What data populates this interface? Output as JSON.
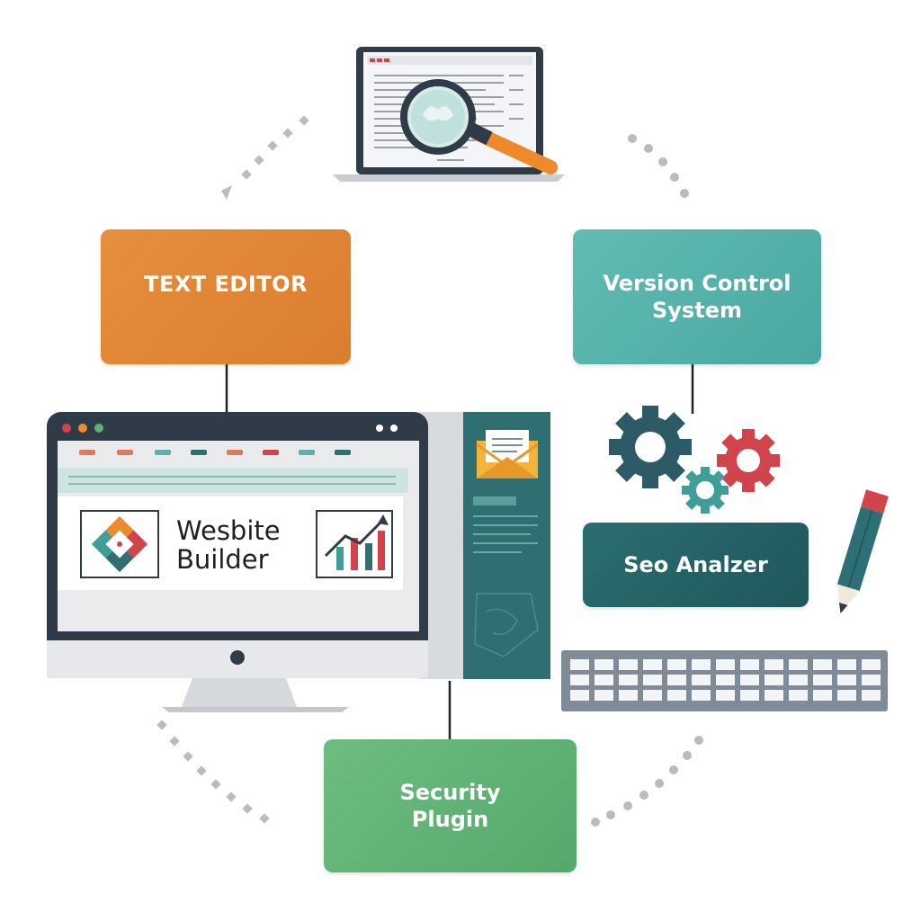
{
  "nodes": {
    "text_editor": {
      "label": "TEXT EDITOR",
      "icon": "sunrise-icon",
      "color": "#e08534"
    },
    "version_control": {
      "label": "Version Control System",
      "line1": "Version Control",
      "line2": "System",
      "color": "#55b2aa"
    },
    "seo_analyzer": {
      "label": "Seo Analzer",
      "color": "#256268",
      "icon": "gears-icon"
    },
    "security_plugin": {
      "label": "Security Plugin",
      "line1": "Security",
      "line2": "Plugin",
      "color": "#5fb274"
    }
  },
  "center": {
    "title_line1": "Wesbite",
    "title_line2": "Builder",
    "icons": [
      "monitor-icon",
      "logo-diamond-icon",
      "growth-chart-icon",
      "envelope-icon",
      "keyboard-icon",
      "pencil-icon"
    ]
  },
  "top": {
    "icon": "laptop-magnifier-icon"
  },
  "colors": {
    "orange": "#e08534",
    "teal": "#55b2aa",
    "dark_teal": "#256268",
    "green": "#5fb274",
    "red": "#d2444c"
  }
}
